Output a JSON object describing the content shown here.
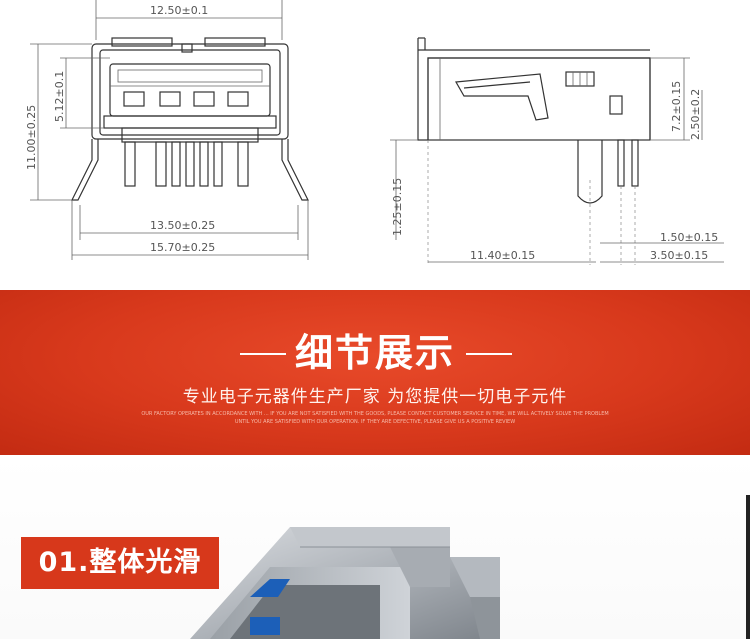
{
  "drawing": {
    "dims": {
      "top_width": "12.50±0.1",
      "left_height": "11.00±0.25",
      "inner_height": "5.12±0.1",
      "pin_span": "13.50±0.25",
      "overall_width": "15.70±0.25",
      "right_height_a": "7.2±0.15",
      "right_height_b": "2.50±0.2",
      "standoff": "1.25±0.15",
      "depth": "11.40±0.15",
      "pin_pitch": "1.50±0.15",
      "pin_row": "3.50±0.15"
    }
  },
  "banner": {
    "title": "细节展示",
    "subtitle": "专业电子元器件生产厂家 为您提供一切电子元件",
    "fine_line_1": "OUR FACTORY OPERATES IN ACCORDANCE WITH ... IF YOU ARE NOT SATISFIED WITH THE GOODS, PLEASE CONTACT CUSTOMER SERVICE IN TIME, WE WILL ACTIVELY SOLVE THE PROBLEM",
    "fine_line_2": "UNTIL YOU ARE SATISFIED WITH OUR OPERATION. IF THEY ARE DEFECTIVE, PLEASE GIVE US A POSITIVE REVIEW"
  },
  "section": {
    "label": "01.整体光滑"
  },
  "colors": {
    "banner_red": "#d8391c",
    "label_red": "#d7381b",
    "plug_blue": "#1c5fb8"
  }
}
